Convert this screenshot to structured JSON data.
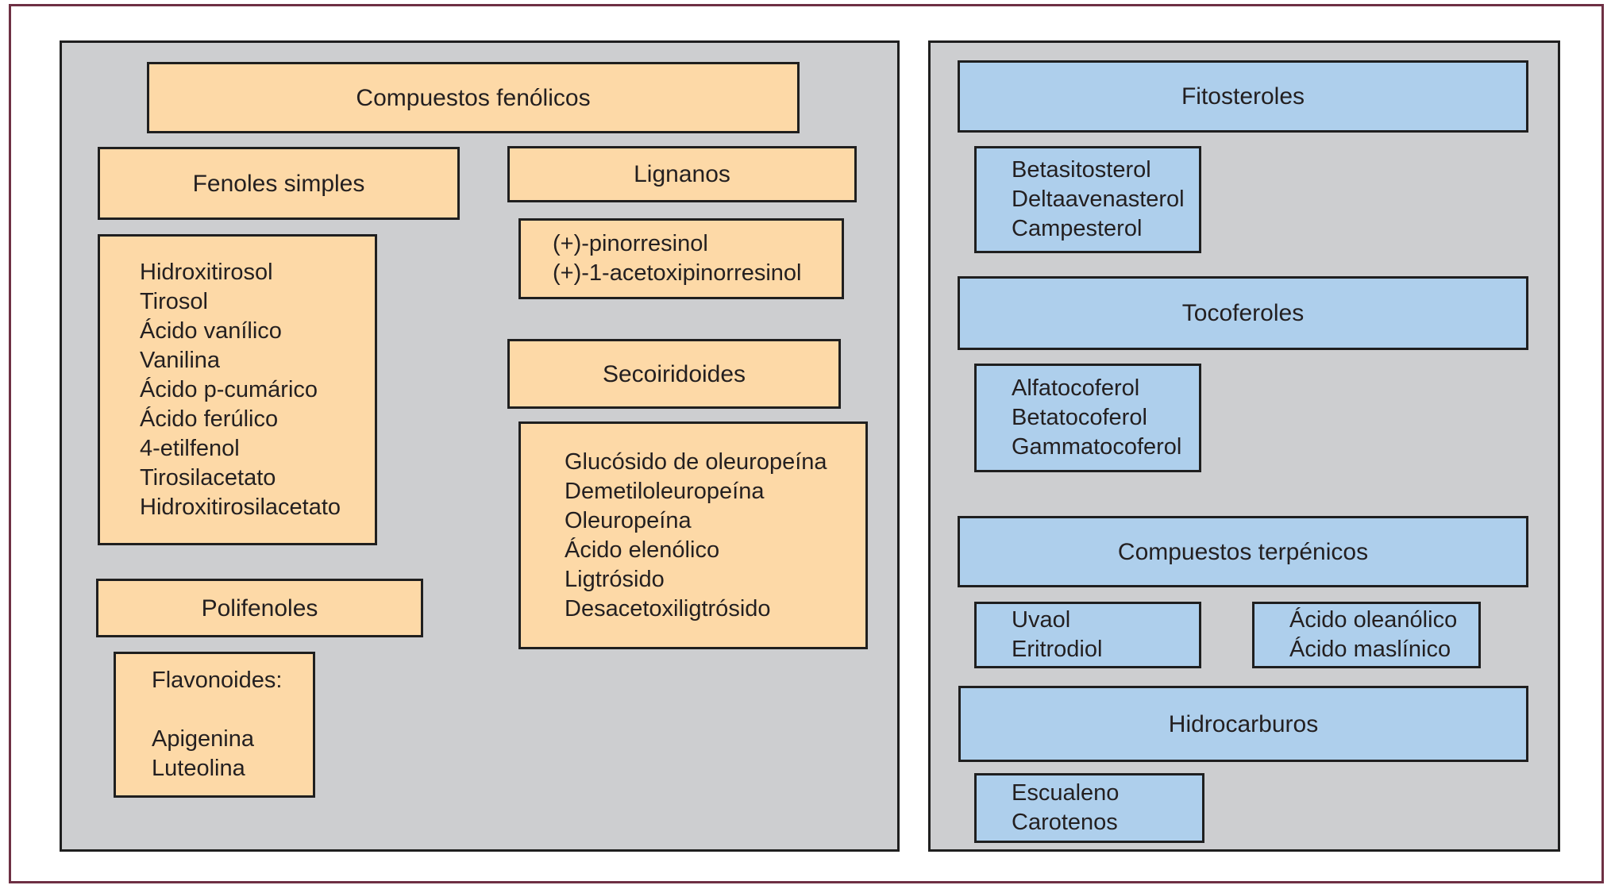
{
  "colors": {
    "frame_border": "#6e3044",
    "panel_fill": "#cdced0",
    "box_border": "#1f1f1f",
    "phenolic_fill": "#fdd9a7",
    "unsaponifiable_fill": "#aecfec",
    "text": "#231f20"
  },
  "left_panel": {
    "header": "Compuestos fenólicos",
    "fenoles_header": "Fenoles simples",
    "fenoles_items": [
      "Hidroxitirosol",
      "Tirosol",
      "Ácido vanílico",
      "Vanilina",
      "Ácido p-cumárico",
      "Ácido ferúlico",
      "4-etilfenol",
      "Tirosilacetato",
      "Hidroxitirosilacetato"
    ],
    "polifenoles_header": "Polifenoles",
    "flavonoides_label": "Flavonoides:",
    "flavonoides_items": [
      "Apigenina",
      "Luteolina"
    ],
    "lignanos_header": "Lignanos",
    "lignanos_items": [
      "(+)-pinorresinol",
      "(+)-1-acetoxipinorresinol"
    ],
    "secoiridoides_header": "Secoiridoides",
    "secoiridoides_items": [
      "Glucósido de oleuropeína",
      "Demetiloleuropeína",
      "Oleuropeína",
      "Ácido elenólico",
      "Ligtrósido",
      "Desacetoxiligtrósido"
    ]
  },
  "right_panel": {
    "fitosteroles_header": "Fitosteroles",
    "fitosteroles_items": [
      "Betasitosterol",
      "Deltaavenasterol",
      "Campesterol"
    ],
    "tocoferoles_header": "Tocoferoles",
    "tocoferoles_items": [
      "Alfatocoferol",
      "Betatocoferol",
      "Gammatocoferol"
    ],
    "terpenicos_header": "Compuestos terpénicos",
    "terpenicos_left_items": [
      "Uvaol",
      "Eritrodiol"
    ],
    "terpenicos_right_items": [
      "Ácido oleanólico",
      "Ácido maslínico"
    ],
    "hidrocarburos_header": "Hidrocarburos",
    "hidrocarburos_items": [
      "Escualeno",
      "Carotenos"
    ]
  }
}
